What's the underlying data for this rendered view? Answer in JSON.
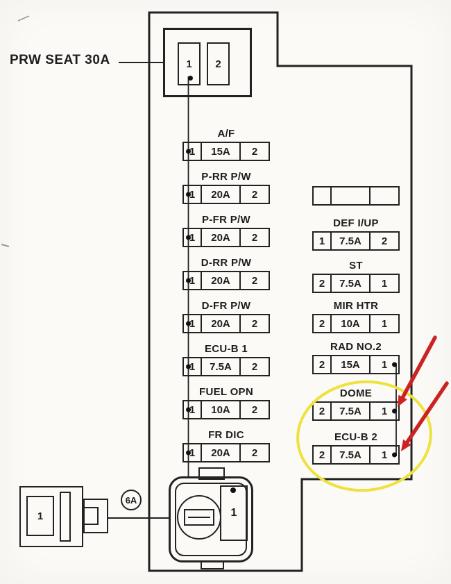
{
  "colors": {
    "ink": "#222222",
    "annotation_arrow_red": "#cc2222",
    "annotation_highlight_yellow": "#eee23c",
    "paper": "#fbfaf7"
  },
  "top_callout": {
    "label": "PRW SEAT 30A"
  },
  "top_connector": {
    "slot1": "1",
    "slot2": "2"
  },
  "left_fuses": [
    {
      "name": "A/F",
      "pin_left": "1",
      "rating": "15A",
      "pin_right": "2"
    },
    {
      "name": "P-RR P/W",
      "pin_left": "1",
      "rating": "20A",
      "pin_right": "2"
    },
    {
      "name": "P-FR P/W",
      "pin_left": "1",
      "rating": "20A",
      "pin_right": "2"
    },
    {
      "name": "D-RR P/W",
      "pin_left": "1",
      "rating": "20A",
      "pin_right": "2"
    },
    {
      "name": "D-FR P/W",
      "pin_left": "1",
      "rating": "20A",
      "pin_right": "2"
    },
    {
      "name": "ECU-B 1",
      "pin_left": "1",
      "rating": "7.5A",
      "pin_right": "2"
    },
    {
      "name": "FUEL OPN",
      "pin_left": "1",
      "rating": "10A",
      "pin_right": "2"
    },
    {
      "name": "FR DIC",
      "pin_left": "1",
      "rating": "20A",
      "pin_right": "2"
    }
  ],
  "right_fuses": [
    {
      "name": "",
      "pin_left": "",
      "rating": "",
      "pin_right": ""
    },
    {
      "name": "DEF I/UP",
      "pin_left": "1",
      "rating": "7.5A",
      "pin_right": "2"
    },
    {
      "name": "ST",
      "pin_left": "2",
      "rating": "7.5A",
      "pin_right": "1"
    },
    {
      "name": "MIR HTR",
      "pin_left": "2",
      "rating": "10A",
      "pin_right": "1"
    },
    {
      "name": "RAD NO.2",
      "pin_left": "2",
      "rating": "15A",
      "pin_right": "1"
    },
    {
      "name": "DOME",
      "pin_left": "2",
      "rating": "7.5A",
      "pin_right": "1"
    },
    {
      "name": "ECU-B 2",
      "pin_left": "2",
      "rating": "7.5A",
      "pin_right": "1"
    }
  ],
  "bottom_left_plug": {
    "terminal": "1",
    "callout": "6A"
  },
  "bottom_connector": {
    "terminal": "1"
  }
}
